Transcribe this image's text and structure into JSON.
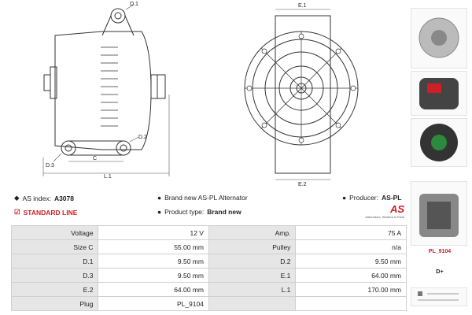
{
  "drawing": {
    "labels": {
      "d1": "D.1",
      "d2": "D.2",
      "d3": "D.3",
      "c": "C",
      "l1": "L.1",
      "e1": "E.1",
      "e2": "E.2"
    }
  },
  "info": {
    "as_index_label": "AS index:",
    "as_index_value": "A3078",
    "brand_text": "Brand new AS-PL Alternator",
    "producer_label": "Producer:",
    "producer_value": "AS-PL",
    "standard_line": "STANDARD LINE",
    "product_type_label": "Product type:",
    "product_type_value": "Brand new",
    "logo_text": "AS",
    "logo_tagline": "Alternators, Starters & Parts"
  },
  "specs": [
    [
      "Voltage",
      "12 V",
      "Amp.",
      "75 A"
    ],
    [
      "Size C",
      "55.00 mm",
      "Pulley",
      "n/a"
    ],
    [
      "D.1",
      "9.50 mm",
      "D.2",
      "9.50 mm"
    ],
    [
      "D.3",
      "9.50 mm",
      "E.1",
      "64.00 mm"
    ],
    [
      "E.2",
      "64.00 mm",
      "L.1",
      "170.00 mm"
    ],
    [
      "Plug",
      "PL_9104",
      "",
      ""
    ]
  ],
  "sidebar": {
    "plug_code": "PL_9104",
    "plug_terminal": "D+"
  },
  "colors": {
    "accent": "#cc1f26",
    "label_bg": "#e6e6e6",
    "border": "#d0d0d0"
  }
}
